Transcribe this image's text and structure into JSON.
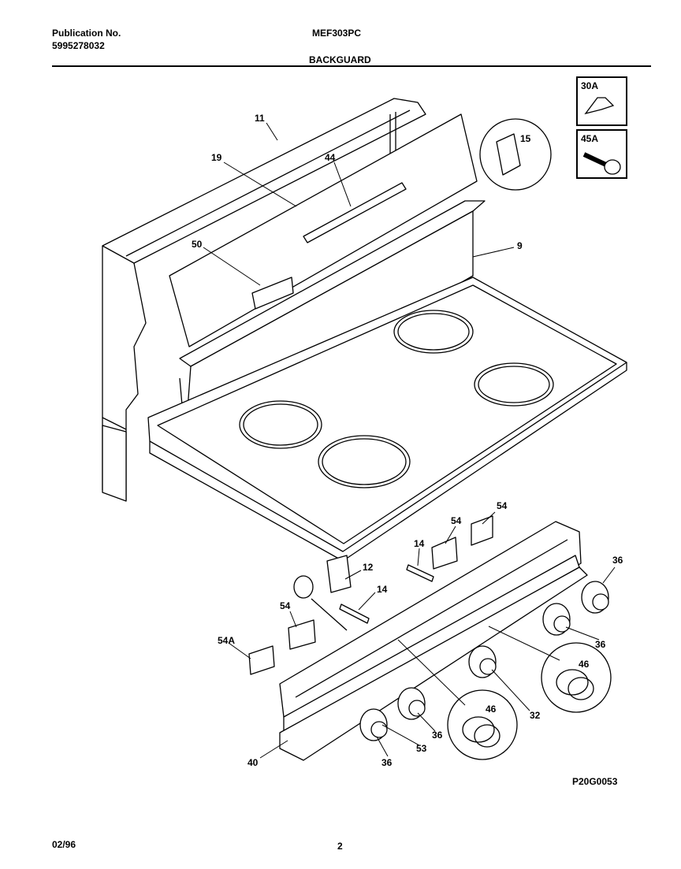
{
  "header": {
    "publication_label": "Publication No.",
    "publication_number": "5995278032",
    "model": "MEF303PC",
    "section": "BACKGUARD"
  },
  "insets": {
    "a": "30A",
    "b": "45A"
  },
  "parts": {
    "p11": "11",
    "p19": "19",
    "p44": "44",
    "p15": "15",
    "p50": "50",
    "p9": "9",
    "p54a": "54",
    "p54b": "54",
    "p14a": "14",
    "p12": "12",
    "p14b": "14",
    "p54c": "54",
    "p54A": "54A",
    "p36a": "36",
    "p36b": "36",
    "p46a": "46",
    "p46b": "46",
    "p32": "32",
    "p36c": "36",
    "p53": "53",
    "p36d": "36",
    "p40": "40"
  },
  "figure_code": "P20G0053",
  "footer": {
    "date": "02/96",
    "page": "2"
  }
}
